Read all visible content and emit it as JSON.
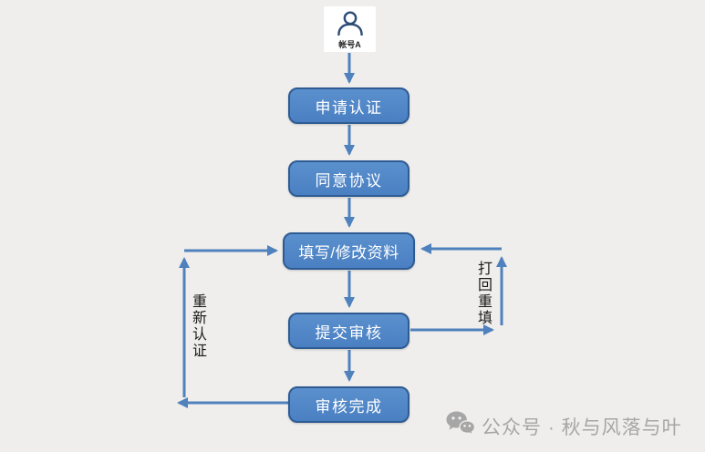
{
  "page": {
    "type": "flowchart",
    "background": "#efeeec"
  },
  "colors": {
    "box_fill": "#4a80c2",
    "box_fill_top": "#5b90ce",
    "box_border": "#2f5b93",
    "box_text": "#ffffff",
    "arrow": "#4f81bd",
    "loop_label": "#1a1a1a",
    "watermark": "#a6a6a6",
    "actor_icon_stroke": "#2e4d77",
    "actor_background": "#ffffff"
  },
  "actor": {
    "icon": "user-icon",
    "label": "帐号A"
  },
  "flow": {
    "steps": [
      {
        "id": "apply",
        "label": "申请认证"
      },
      {
        "id": "agree",
        "label": "同意协议"
      },
      {
        "id": "fill",
        "label": "填写/修改资料"
      },
      {
        "id": "submit",
        "label": "提交审核"
      },
      {
        "id": "done",
        "label": "审核完成"
      }
    ],
    "loops": [
      {
        "id": "reauth",
        "label": "重新认证",
        "from": "审核完成",
        "to": "填写/修改资料",
        "side": "left"
      },
      {
        "id": "refill",
        "label": "打回重填",
        "from": "提交审核",
        "to": "填写/修改资料",
        "side": "right"
      }
    ]
  },
  "watermark": {
    "icon": "wechat-icon",
    "text": "公众号 · 秋与风落与叶"
  }
}
